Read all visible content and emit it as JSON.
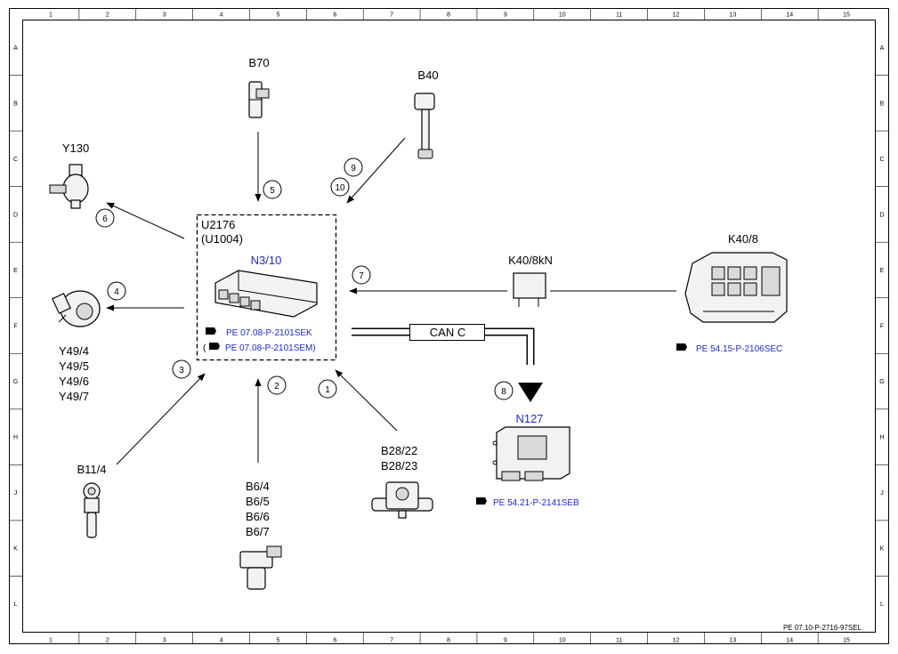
{
  "grid": {
    "columns": [
      "1",
      "2",
      "3",
      "4",
      "5",
      "6",
      "7",
      "8",
      "9",
      "10",
      "11",
      "12",
      "13",
      "14",
      "15"
    ],
    "rows": [
      "A",
      "B",
      "C",
      "D",
      "E",
      "F",
      "G",
      "H",
      "J",
      "K",
      "L"
    ]
  },
  "components": {
    "b70": "B70",
    "b40": "B40",
    "y130": "Y130",
    "u2176": "U2176",
    "u1004": "(U1004)",
    "n3_10": "N3/10",
    "n3_10_ref1": "PE 07.08-P-2101SEK",
    "n3_10_ref2_prefix": "(",
    "n3_10_ref2": "PE 07.08-P-2101SEM)",
    "y49": [
      "Y49/4",
      "Y49/5",
      "Y49/6",
      "Y49/7"
    ],
    "k40_8kn": "K40/8kN",
    "k40_8": "K40/8",
    "k40_8_ref": "PE 54.15-P-2106SEC",
    "can": "CAN C",
    "n127": "N127",
    "n127_ref": "PE 54.21-P-2141SEB",
    "b11_4": "B11/4",
    "b6": [
      "B6/4",
      "B6/5",
      "B6/6",
      "B6/7"
    ],
    "b28": [
      "B28/22",
      "B28/23"
    ]
  },
  "callouts": [
    "1",
    "2",
    "3",
    "4",
    "5",
    "6",
    "7",
    "8",
    "9",
    "10"
  ],
  "footer": "PE 07.10-P-2716-97SEL",
  "colors": {
    "link": "#1f28c8",
    "line": "#000000"
  }
}
